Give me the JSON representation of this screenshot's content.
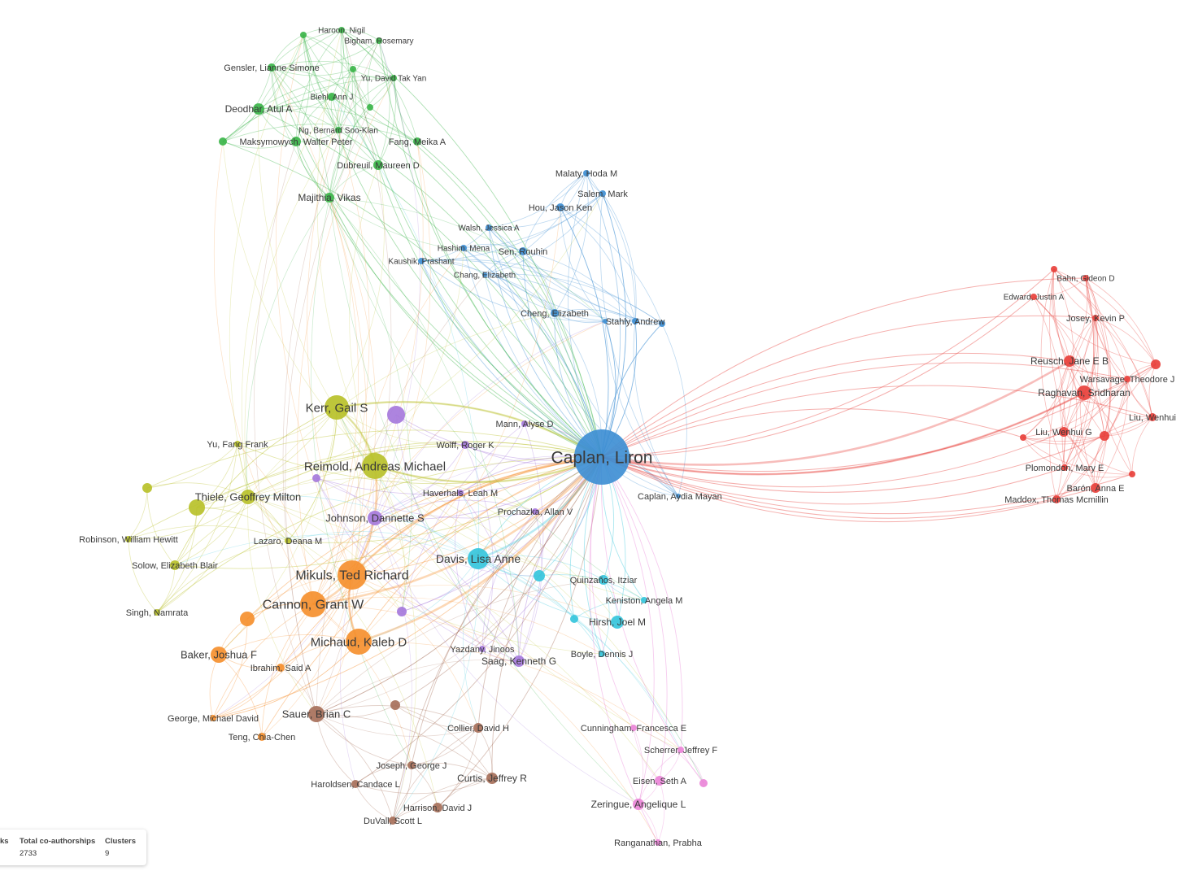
{
  "clusters": {
    "red": "#e8413c",
    "green": "#3cb54a",
    "blue": "#3f8fd4",
    "olive": "#b9c12a",
    "purple": "#a679dc",
    "cyan": "#36c5dc",
    "orange": "#f5902f",
    "brown": "#a7705a",
    "pink": "#ea86d8"
  },
  "nodes": [
    {
      "id": "caplan_liron",
      "label": "Caplan, Liron",
      "cluster": "blue"
    },
    {
      "id": "caplan_aydia",
      "label": "Caplan, Aydia Mayan",
      "cluster": "blue"
    },
    {
      "id": "malaty",
      "label": "Malaty, Hoda M",
      "cluster": "blue"
    },
    {
      "id": "salem",
      "label": "Salem, Mark",
      "cluster": "blue"
    },
    {
      "id": "hou",
      "label": "Hou, Jason Ken",
      "cluster": "blue"
    },
    {
      "id": "walsh",
      "label": "Walsh, Jessica A",
      "cluster": "blue"
    },
    {
      "id": "hashim",
      "label": "Hashim, Mena",
      "cluster": "blue"
    },
    {
      "id": "sen",
      "label": "Sen, Rouhin",
      "cluster": "blue"
    },
    {
      "id": "kaushik",
      "label": "Kaushik, Prashant",
      "cluster": "blue"
    },
    {
      "id": "chang",
      "label": "Chang, Elizabeth",
      "cluster": "blue"
    },
    {
      "id": "cheng",
      "label": "Cheng, Elizabeth",
      "cluster": "blue"
    },
    {
      "id": "stahly",
      "label": "Stahly, Andrew",
      "cluster": "blue"
    },
    {
      "id": "blue_x1",
      "label": "",
      "cluster": "blue"
    },
    {
      "id": "blue_x2",
      "label": "",
      "cluster": "blue"
    },
    {
      "id": "haroon",
      "label": "Haroon, Nigil",
      "cluster": "green"
    },
    {
      "id": "bigham",
      "label": "Bigham, Rosemary",
      "cluster": "green"
    },
    {
      "id": "gensler",
      "label": "Gensler, Lianne Simone",
      "cluster": "green"
    },
    {
      "id": "yu_david",
      "label": "Yu, David Tak Yan",
      "cluster": "green"
    },
    {
      "id": "biehl",
      "label": "Biehl, Ann J",
      "cluster": "green"
    },
    {
      "id": "deodhar",
      "label": "Deodhar, Atul A",
      "cluster": "green"
    },
    {
      "id": "ng",
      "label": "Ng, Bernard Soo-Kian",
      "cluster": "green"
    },
    {
      "id": "maksymowych",
      "label": "Maksymowych, Walter Peter",
      "cluster": "green"
    },
    {
      "id": "fang",
      "label": "Fang, Meika A",
      "cluster": "green"
    },
    {
      "id": "dubreuil",
      "label": "Dubreuil, Maureen D",
      "cluster": "green"
    },
    {
      "id": "majithia",
      "label": "Majithia, Vikas",
      "cluster": "green"
    },
    {
      "id": "green_x1",
      "label": "",
      "cluster": "green"
    },
    {
      "id": "green_x2",
      "label": "",
      "cluster": "green"
    },
    {
      "id": "green_x3",
      "label": "",
      "cluster": "green"
    },
    {
      "id": "green_x4",
      "label": "",
      "cluster": "green"
    },
    {
      "id": "bahn",
      "label": "Bahn, Gideon D",
      "cluster": "red"
    },
    {
      "id": "edward",
      "label": "Edward, Justin A",
      "cluster": "red"
    },
    {
      "id": "josey",
      "label": "Josey, Kevin P",
      "cluster": "red"
    },
    {
      "id": "reusch",
      "label": "Reusch, Jane E B",
      "cluster": "red"
    },
    {
      "id": "warsavage",
      "label": "Warsavage, Theodore J",
      "cluster": "red"
    },
    {
      "id": "raghavan",
      "label": "Raghavan, Sridharan",
      "cluster": "red"
    },
    {
      "id": "liu_wenhui",
      "label": "Liu, Wenhui",
      "cluster": "red"
    },
    {
      "id": "liu_wenhui_g",
      "label": "Liu, Wenhui G",
      "cluster": "red"
    },
    {
      "id": "plomondon",
      "label": "Plomondon, Mary E",
      "cluster": "red"
    },
    {
      "id": "baron",
      "label": "Barón, Anna E",
      "cluster": "red"
    },
    {
      "id": "maddox",
      "label": "Maddox, Thomas Mcmillin",
      "cluster": "red"
    },
    {
      "id": "red_x1",
      "label": "",
      "cluster": "red"
    },
    {
      "id": "red_x2",
      "label": "",
      "cluster": "red"
    },
    {
      "id": "red_x3",
      "label": "",
      "cluster": "red"
    },
    {
      "id": "red_x4",
      "label": "",
      "cluster": "red"
    },
    {
      "id": "red_x5",
      "label": "",
      "cluster": "red"
    },
    {
      "id": "kerr",
      "label": "Kerr, Gail S",
      "cluster": "olive"
    },
    {
      "id": "reimold",
      "label": "Reimold, Andreas Michael",
      "cluster": "olive"
    },
    {
      "id": "yu_fang",
      "label": "Yu, Fang Frank",
      "cluster": "olive"
    },
    {
      "id": "thiele",
      "label": "Thiele, Geoffrey Milton",
      "cluster": "olive"
    },
    {
      "id": "robinson",
      "label": "Robinson, William Hewitt",
      "cluster": "olive"
    },
    {
      "id": "lazaro",
      "label": "Lazaro, Deana M",
      "cluster": "olive"
    },
    {
      "id": "solow",
      "label": "Solow, Elizabeth Blair",
      "cluster": "olive"
    },
    {
      "id": "singh",
      "label": "Singh, Namrata",
      "cluster": "olive"
    },
    {
      "id": "olive_x1",
      "label": "",
      "cluster": "olive"
    },
    {
      "id": "olive_x2",
      "label": "",
      "cluster": "olive"
    },
    {
      "id": "purple_big",
      "label": "",
      "cluster": "purple"
    },
    {
      "id": "mann",
      "label": "Mann, Alyse D",
      "cluster": "purple"
    },
    {
      "id": "wolff",
      "label": "Wolff, Roger K",
      "cluster": "purple"
    },
    {
      "id": "haverhals",
      "label": "Haverhals, Leah M",
      "cluster": "purple"
    },
    {
      "id": "johnson",
      "label": "Johnson, Dannette S",
      "cluster": "purple"
    },
    {
      "id": "prochazka",
      "label": "Prochazka, Allan V",
      "cluster": "purple"
    },
    {
      "id": "yazdany",
      "label": "Yazdany, Jinoos",
      "cluster": "purple"
    },
    {
      "id": "saag",
      "label": "Saag, Kenneth G",
      "cluster": "purple"
    },
    {
      "id": "purple_x1",
      "label": "",
      "cluster": "purple"
    },
    {
      "id": "purple_x2",
      "label": "",
      "cluster": "purple"
    },
    {
      "id": "davis",
      "label": "Davis, Lisa Anne",
      "cluster": "cyan"
    },
    {
      "id": "quinzanos",
      "label": "Quinzaños, Itziar",
      "cluster": "cyan"
    },
    {
      "id": "keniston",
      "label": "Keniston, Angela M",
      "cluster": "cyan"
    },
    {
      "id": "hirsh",
      "label": "Hirsh, Joel M",
      "cluster": "cyan"
    },
    {
      "id": "boyle",
      "label": "Boyle, Dennis J",
      "cluster": "cyan"
    },
    {
      "id": "cyan_x1",
      "label": "",
      "cluster": "cyan"
    },
    {
      "id": "cyan_x2",
      "label": "",
      "cluster": "cyan"
    },
    {
      "id": "mikuls",
      "label": "Mikuls, Ted Richard",
      "cluster": "orange"
    },
    {
      "id": "cannon",
      "label": "Cannon, Grant W",
      "cluster": "orange"
    },
    {
      "id": "michaud",
      "label": "Michaud, Kaleb D",
      "cluster": "orange"
    },
    {
      "id": "baker",
      "label": "Baker, Joshua F",
      "cluster": "orange"
    },
    {
      "id": "ibrahim",
      "label": "Ibrahim, Said A",
      "cluster": "orange"
    },
    {
      "id": "george_md",
      "label": "George, Michael David",
      "cluster": "orange"
    },
    {
      "id": "teng",
      "label": "Teng, Chia-Chen",
      "cluster": "orange"
    },
    {
      "id": "orange_x1",
      "label": "",
      "cluster": "orange"
    },
    {
      "id": "sauer",
      "label": "Sauer, Brian C",
      "cluster": "brown"
    },
    {
      "id": "collier",
      "label": "Collier, David H",
      "cluster": "brown"
    },
    {
      "id": "joseph",
      "label": "Joseph, George J",
      "cluster": "brown"
    },
    {
      "id": "curtis",
      "label": "Curtis, Jeffrey R",
      "cluster": "brown"
    },
    {
      "id": "haroldsen",
      "label": "Haroldsen, Candace L",
      "cluster": "brown"
    },
    {
      "id": "harrison",
      "label": "Harrison, David J",
      "cluster": "brown"
    },
    {
      "id": "duvall",
      "label": "DuVall, Scott L",
      "cluster": "brown"
    },
    {
      "id": "brown_x1",
      "label": "",
      "cluster": "brown"
    },
    {
      "id": "cunningham",
      "label": "Cunningham, Francesca E",
      "cluster": "pink"
    },
    {
      "id": "scherrer",
      "label": "Scherrer, Jeffrey F",
      "cluster": "pink"
    },
    {
      "id": "eisen",
      "label": "Eisen, Seth A",
      "cluster": "pink"
    },
    {
      "id": "zeringue",
      "label": "Zeringue, Angelique L",
      "cluster": "pink"
    },
    {
      "id": "ranganathan",
      "label": "Ranganathan, Prabha",
      "cluster": "pink"
    },
    {
      "id": "pink_x1",
      "label": "",
      "cluster": "pink"
    }
  ],
  "stats": {
    "links_label_partial": "ks",
    "total_coauthorships_label": "Total co-authorships",
    "total_coauthorships": "2733",
    "clusters_label": "Clusters",
    "clusters": "9"
  }
}
